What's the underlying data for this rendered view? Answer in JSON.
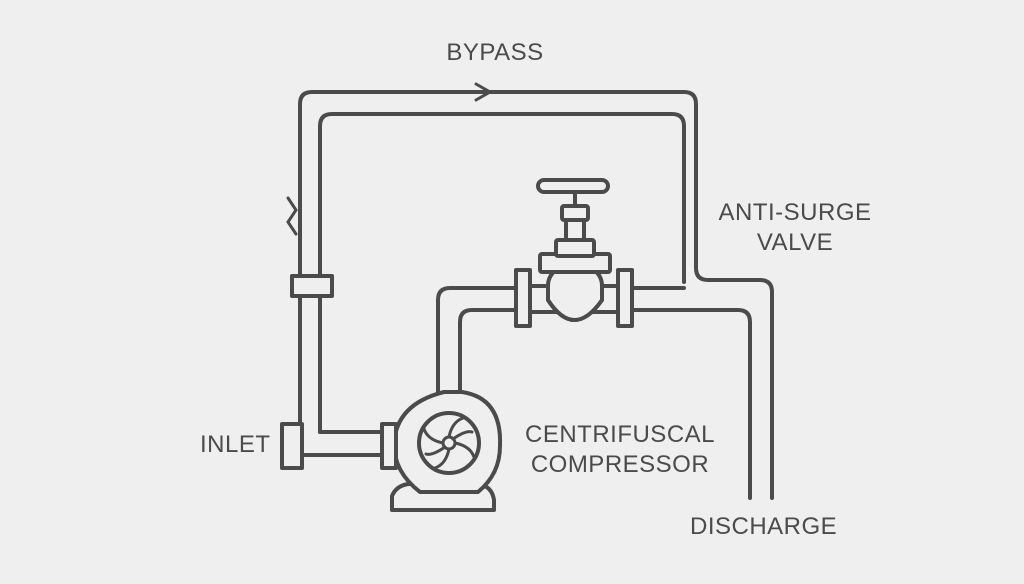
{
  "labels": {
    "bypass": "BYPASS",
    "anti_surge_line1": "ANTI-SURGE",
    "anti_surge_line2": "VALVE",
    "inlet": "INLET",
    "compressor_line1": "CENTRIFUSCAL",
    "compressor_line2": "COMPRESSOR",
    "discharge": "DISCHARGE"
  },
  "colors": {
    "background": "#efefef",
    "line": "#4b4b4b"
  }
}
